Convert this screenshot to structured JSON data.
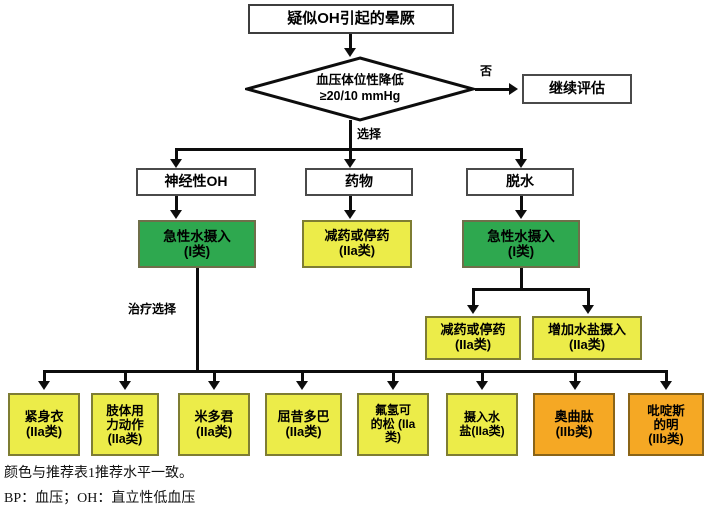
{
  "chart_data": {
    "type": "diagram",
    "title": "疑似OH引起的晕厥",
    "diagram_kind": "clinical-flowchart",
    "legend_note": "颜色与推荐表1推荐水平一致。"
  },
  "flow": {
    "start": {
      "label": "疑似OH引起的晕厥"
    },
    "decision": {
      "line1": "血压体位性降低",
      "line2": "≥20/10 mmHg",
      "no_label": "否",
      "yes_label": "选择"
    },
    "continue_node": {
      "label": "继续评估"
    },
    "categories": [
      {
        "label": "神经性OH"
      },
      {
        "label": "药物"
      },
      {
        "label": "脱水"
      }
    ],
    "primary_treatments": [
      {
        "line1": "急性水摄入",
        "line2": "(I类)",
        "color": "#2ea84f",
        "level": "I"
      },
      {
        "line1": "减药或停药",
        "line2": "(IIa类)",
        "color": "#ecec49",
        "level": "IIa"
      },
      {
        "line1": "急性水摄入",
        "line2": "(I类)",
        "color": "#2ea84f",
        "level": "I"
      }
    ],
    "secondary_treatments": [
      {
        "line1": "减药或停药",
        "line2": "(IIa类)",
        "color": "#ecec49",
        "level": "IIa"
      },
      {
        "line1": "增加水盐摄入",
        "line2": "(IIa类)",
        "color": "#ecec49",
        "level": "IIa"
      }
    ],
    "treatment_options_label": "治疗选择",
    "options": [
      {
        "line1": "紧身衣",
        "line2": "(IIa类)",
        "color": "#ecec49",
        "level": "IIa"
      },
      {
        "line1": "肢体用\n力动作",
        "line2": "(IIa类)",
        "color": "#ecec49",
        "level": "IIa"
      },
      {
        "line1": "米多君",
        "line2": "(IIa类)",
        "color": "#ecec49",
        "level": "IIa"
      },
      {
        "line1": "屈昔多巴",
        "line2": "(IIa类)",
        "color": "#ecec49",
        "level": "IIa"
      },
      {
        "line1": "氟氢可",
        "line2": "的松 (IIa\n类)",
        "color": "#ecec49",
        "level": "IIa"
      },
      {
        "line1": "摄入水",
        "line2": "盐(IIa类)",
        "color": "#ecec49",
        "level": "IIa"
      },
      {
        "line1": "奥曲肽",
        "line2": "(IIb类)",
        "color": "#f5a824",
        "level": "IIb"
      },
      {
        "line1": "吡啶斯\n的明",
        "line2": "(IIb类)",
        "color": "#f5a824",
        "level": "IIb"
      }
    ]
  },
  "footnotes": {
    "line1": "颜色与推荐表1推荐水平一致。",
    "line2": "BP：血压；OH：直立性低血压"
  },
  "colors": {
    "green": "#2ea84f",
    "yellow": "#ecec49",
    "orange": "#f5a824",
    "stroke": "#0d0d0d",
    "background": "#ffffff"
  }
}
